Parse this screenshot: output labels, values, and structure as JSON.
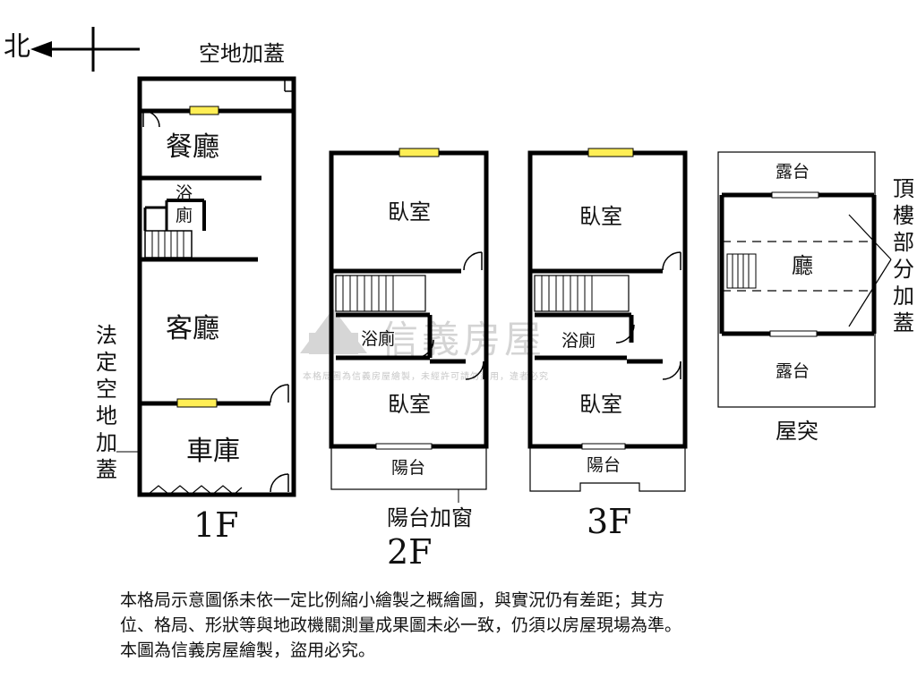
{
  "compass": {
    "north": "北"
  },
  "watermark": {
    "brand": "信義房屋",
    "notice": "本格局圖為信義房屋繪製，未經許可請勿盜用，違者必究"
  },
  "floor1": {
    "top_annex": "空地加蓋",
    "dining": "餐廳",
    "bath_top": "浴",
    "bath_bottom": "廁",
    "living": "客廳",
    "garage": "車庫",
    "side_annex": [
      "法",
      "定",
      "空",
      "地",
      "加",
      "蓋"
    ],
    "floor_label": "1F"
  },
  "floor2": {
    "bedroom_top": "臥室",
    "bath": "浴廁",
    "bedroom_bottom": "臥室",
    "balcony": "陽台",
    "balcony_note": "陽台加窗",
    "floor_label": "2F"
  },
  "floor3": {
    "bedroom_top": "臥室",
    "bath": "浴廁",
    "bedroom_bottom": "臥室",
    "balcony": "陽台",
    "floor_label": "3F"
  },
  "roof": {
    "terrace_top": "露台",
    "hall": "廳",
    "terrace_bottom": "露台",
    "roof_label": "屋突",
    "annex": [
      "頂",
      "樓",
      "部",
      "分",
      "加",
      "蓋"
    ]
  },
  "disclaimer": {
    "line1": "本格局示意圖係未依一定比例縮小繪製之概繪圖，與實況仍有差距；其方",
    "line2": "位、格局、形狀等與地政機關測量成果圖未必一致，仍須以房屋現場為準。",
    "line3": "本圖為信義房屋繪製，盜用必究。"
  }
}
